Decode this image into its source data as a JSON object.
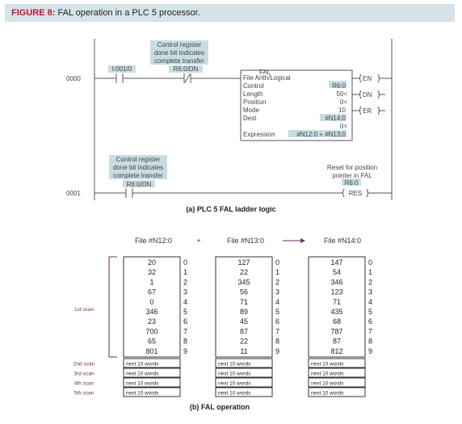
{
  "header": {
    "figure_label": "FIGURE 8:",
    "title": "FAL operation in a PLC 5 processor."
  },
  "ladder": {
    "rung0_number": "0000",
    "rung1_number": "0001",
    "contact_input_addr": "I:001/0",
    "ctrl_note_lines": [
      "Control register",
      "done bit indicates",
      "complete transfer"
    ],
    "dn_addr": "R6:0/DN",
    "fal_title": "FAL",
    "fal_rows": [
      {
        "label": "File Arith/Logical",
        "value": ""
      },
      {
        "label": "Control",
        "value": "R6:0"
      },
      {
        "label": "Length",
        "value": "50<"
      },
      {
        "label": "Position",
        "value": "0<"
      },
      {
        "label": "Mode",
        "value": "10"
      },
      {
        "label": "Dest",
        "value": "#N14:0"
      },
      {
        "label": "",
        "value": "0<"
      }
    ],
    "expression_label": "Expression",
    "expression_value": "#N12:0 + #N13:0",
    "outputs": {
      "en": "EN",
      "dn": "DN",
      "er": "ER"
    },
    "reset_note_lines": [
      "Reset for position",
      "pointer in FAL"
    ],
    "reset_addr": "R6:0",
    "res_label": "RES",
    "caption": "(a) PLC 5 FAL ladder logic"
  },
  "operation": {
    "file_headers": [
      "File #N12:0",
      "File #N13:0",
      "File #N14:0"
    ],
    "plus": "+",
    "files": [
      {
        "values": [
          "20",
          "32",
          "1",
          "67",
          "0",
          "346",
          "23",
          "700",
          "65",
          "801"
        ]
      },
      {
        "values": [
          "127",
          "22",
          "345",
          "56",
          "71",
          "89",
          "45",
          "87",
          "22",
          "11"
        ]
      },
      {
        "values": [
          "147",
          "54",
          "346",
          "123",
          "71",
          "435",
          "68",
          "787",
          "87",
          "812"
        ]
      }
    ],
    "indices": [
      "0",
      "1",
      "2",
      "3",
      "4",
      "5",
      "6",
      "7",
      "8",
      "9"
    ],
    "first_scan_label": "1st scan",
    "scan_labels": [
      "2nd scan",
      "3rd scan",
      "4th scan",
      "5th scan"
    ],
    "next_label": "next 10 words",
    "caption": "(b) FAL operation"
  },
  "colors": {
    "highlight": "#c8dde3",
    "accent": "#b01e2e",
    "wire": "#555555",
    "arrow_purple": "#6b2d5b"
  }
}
